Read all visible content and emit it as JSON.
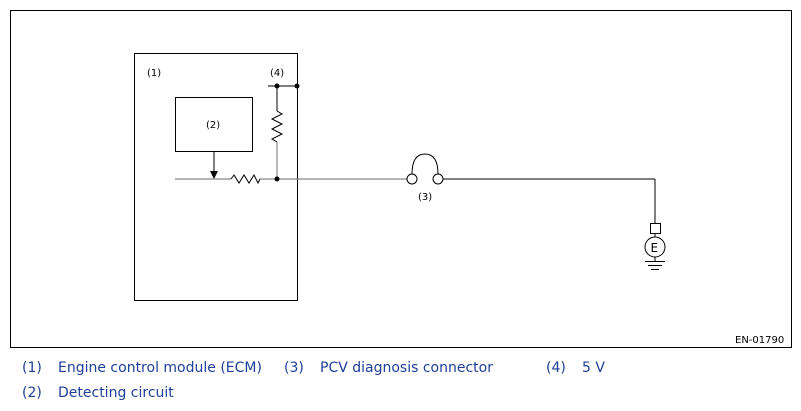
{
  "figure": {
    "code": "EN-01790",
    "callouts": {
      "ecm": "(1)",
      "detecting_circuit": "(2)",
      "pcv_connector": "(3)",
      "five_volt": "(4)",
      "ground": "E"
    }
  },
  "legend": [
    {
      "num": "(1)",
      "text": "Engine control module (ECM)"
    },
    {
      "num": "(2)",
      "text": "Detecting circuit"
    },
    {
      "num": "(3)",
      "text": "PCV diagnosis connector"
    },
    {
      "num": "(4)",
      "text": "5 V"
    }
  ],
  "colors": {
    "line_dark": "#000000",
    "line_gray": "#888888",
    "legend_text": "#1f3f99"
  }
}
